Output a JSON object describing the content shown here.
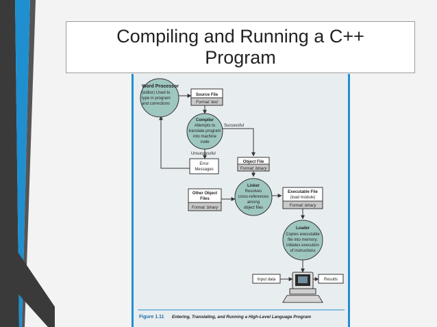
{
  "slide": {
    "title_line1": "Compiling and Running a C++",
    "title_line2": "Program"
  },
  "diagram": {
    "word_processor": [
      "Word Processor",
      "(editor) Used to",
      "type in program",
      "and corrections"
    ],
    "source_file": {
      "title": "Source File",
      "format": "Format: text"
    },
    "compiler": [
      "Compiler",
      "Attempts to",
      "translate program",
      "into machine",
      "code"
    ],
    "successful_label": "Successful",
    "unsuccessful_label": "Unsuccessful",
    "error_messages": [
      "Error",
      "Messages"
    ],
    "object_file": {
      "title": "Object File",
      "format": "Format: binary"
    },
    "other_object_files": {
      "title_line1": "Other Object",
      "title_line2": "Files",
      "format": "Format: binary"
    },
    "linker": [
      "Linker",
      "Resolves",
      "cross-references",
      "among",
      "object files"
    ],
    "executable_file": {
      "title": "Executable File",
      "subtitle": "(load module)",
      "format": "Format: binary"
    },
    "loader": [
      "Loader",
      "Copies executable",
      "file into memory;",
      "initiates execution",
      "of instructions"
    ],
    "input_data": "Input data",
    "results": "Results",
    "caption_label": "Figure 1.11",
    "caption_text": "Entering, Translating, and Running a High-Level Language Program"
  },
  "colors": {
    "accent": "#1f8fd0",
    "dark": "#333333",
    "circle_fill": "#9fc7c2",
    "box_fill": "#ffffff",
    "format_fill": "#c9c9c9"
  }
}
